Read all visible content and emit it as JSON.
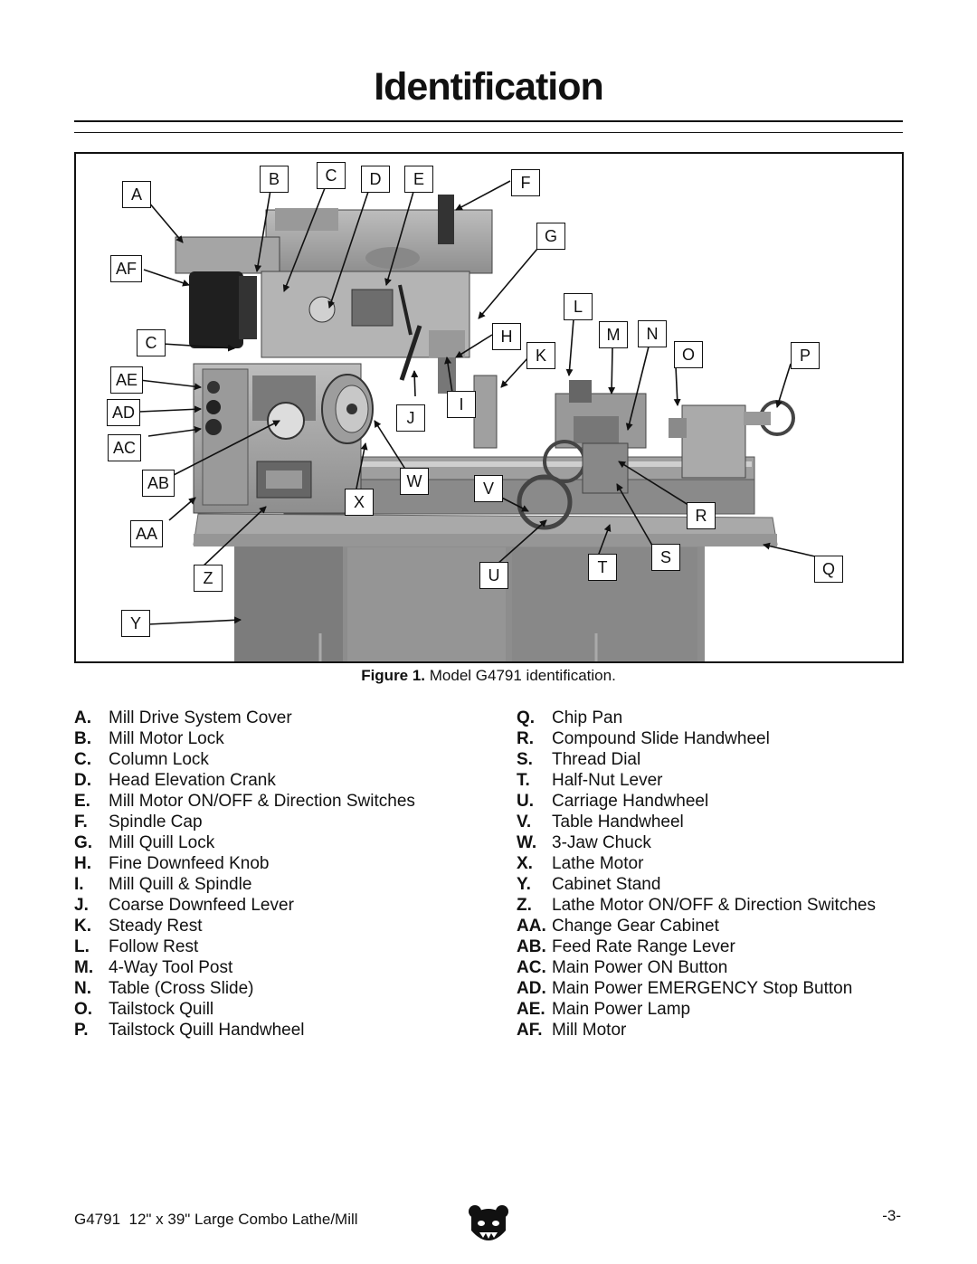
{
  "title": "Identification",
  "figure": {
    "caption_label": "Figure 1.",
    "caption_text": " Model G4791 identification.",
    "callouts": [
      "B",
      "C",
      "D",
      "E",
      "F",
      "A",
      "G",
      "AF",
      "L",
      "M",
      "N",
      "H",
      "C",
      "K",
      "O",
      "P",
      "AE",
      "I",
      "AD",
      "J",
      "AC",
      "W",
      "AB",
      "V",
      "X",
      "R",
      "AA",
      "S",
      "T",
      "Q",
      "Z",
      "U",
      "Y"
    ]
  },
  "legend_left": [
    {
      "key": "A.",
      "text": "Mill Drive System Cover"
    },
    {
      "key": "B.",
      "text": "Mill Motor Lock"
    },
    {
      "key": "C.",
      "text": "Column Lock"
    },
    {
      "key": "D.",
      "text": "Head Elevation Crank"
    },
    {
      "key": "E.",
      "text": "Mill Motor ON/OFF & Direction Switches"
    },
    {
      "key": "F.",
      "text": "Spindle Cap"
    },
    {
      "key": "G.",
      "text": "Mill Quill Lock"
    },
    {
      "key": "H.",
      "text": "Fine Downfeed Knob"
    },
    {
      "key": "I.",
      "text": "Mill Quill & Spindle"
    },
    {
      "key": "J.",
      "text": "Coarse Downfeed Lever"
    },
    {
      "key": "K.",
      "text": "Steady Rest"
    },
    {
      "key": "L.",
      "text": "Follow Rest"
    },
    {
      "key": "M.",
      "text": "4-Way Tool Post"
    },
    {
      "key": "N.",
      "text": "Table (Cross Slide)"
    },
    {
      "key": "O.",
      "text": "Tailstock Quill"
    },
    {
      "key": "P.",
      "text": "Tailstock Quill Handwheel"
    }
  ],
  "legend_right": [
    {
      "key": "Q.",
      "text": "Chip Pan"
    },
    {
      "key": "R.",
      "text": "Compound Slide Handwheel"
    },
    {
      "key": "S.",
      "text": "Thread Dial"
    },
    {
      "key": "T.",
      "text": "Half-Nut Lever"
    },
    {
      "key": "U.",
      "text": "Carriage Handwheel"
    },
    {
      "key": "V.",
      "text": "Table Handwheel"
    },
    {
      "key": "W.",
      "text": "3-Jaw Chuck"
    },
    {
      "key": "X.",
      "text": "Lathe Motor"
    },
    {
      "key": "Y.",
      "text": "Cabinet Stand"
    },
    {
      "key": "Z.",
      "text": "Lathe Motor ON/OFF & Direction Switches"
    },
    {
      "key": "AA.",
      "text": "Change Gear Cabinet"
    },
    {
      "key": "AB.",
      "text": "Feed Rate Range Lever"
    },
    {
      "key": "AC.",
      "text": "Main Power ON Button"
    },
    {
      "key": "AD.",
      "text": "Main Power EMERGENCY Stop Button"
    },
    {
      "key": "AE.",
      "text": "Main Power Lamp"
    },
    {
      "key": "AF.",
      "text": "Mill Motor"
    }
  ],
  "footer": {
    "left": "G4791  12\" x 39\" Large Combo Lathe/Mill",
    "right": "-3-",
    "logo_icon": "bear-logo-icon"
  }
}
